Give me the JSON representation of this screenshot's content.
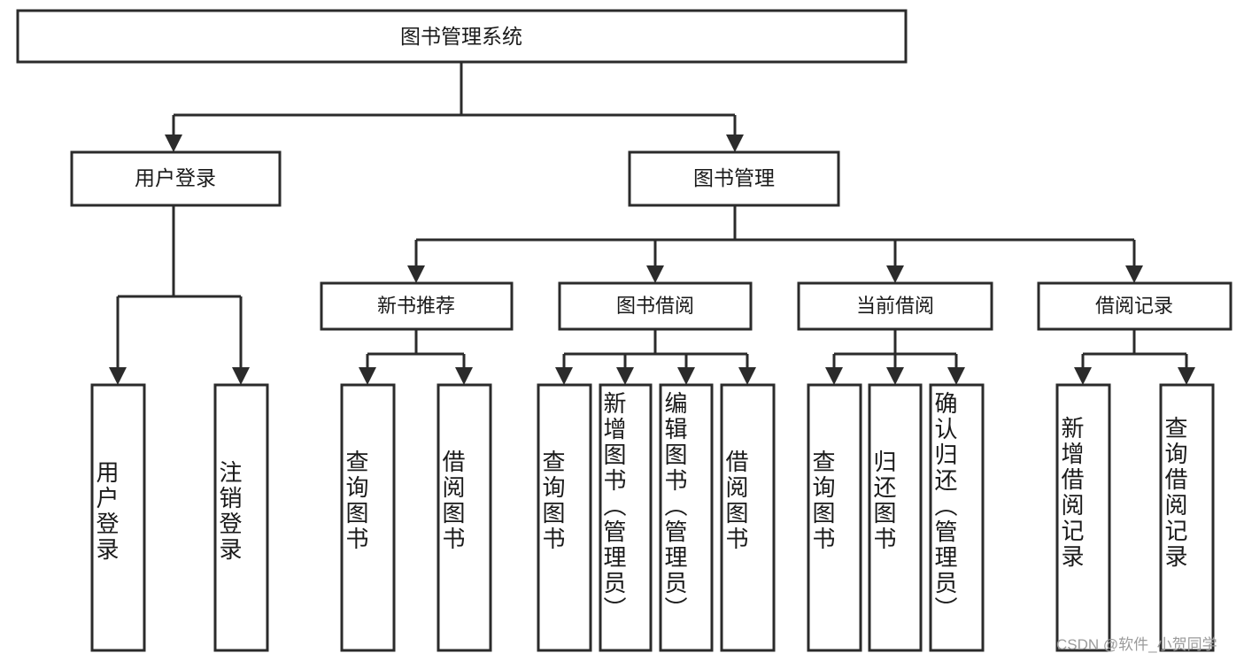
{
  "diagram": {
    "type": "tree",
    "title_node": {
      "label": "图书管理系统"
    },
    "level1": [
      {
        "label": "用户登录"
      },
      {
        "label": "图书管理"
      }
    ],
    "level2": [
      {
        "label": "新书推荐",
        "parent": "图书管理"
      },
      {
        "label": "图书借阅",
        "parent": "图书管理"
      },
      {
        "label": "当前借阅",
        "parent": "图书管理"
      },
      {
        "label": "借阅记录",
        "parent": "图书管理"
      }
    ],
    "leaves": [
      {
        "label": "用户登录",
        "parent": "用户登录"
      },
      {
        "label": "注销登录",
        "parent": "用户登录"
      },
      {
        "label": "查询图书",
        "parent": "新书推荐"
      },
      {
        "label": "借阅图书",
        "parent": "新书推荐"
      },
      {
        "label": "查询图书",
        "parent": "图书借阅"
      },
      {
        "label": "新增图书（管理员）",
        "parent": "图书借阅"
      },
      {
        "label": "编辑图书（管理员）",
        "parent": "图书借阅"
      },
      {
        "label": "借阅图书",
        "parent": "图书借阅"
      },
      {
        "label": "查询图书",
        "parent": "当前借阅"
      },
      {
        "label": "归还图书",
        "parent": "当前借阅"
      },
      {
        "label": "确认归还（管理员）",
        "parent": "当前借阅"
      },
      {
        "label": "新增借阅记录",
        "parent": "借阅记录"
      },
      {
        "label": "查询借阅记录",
        "parent": "借阅记录"
      }
    ]
  },
  "watermark": {
    "text": "CSDN @软件_小贺同学"
  },
  "colors": {
    "stroke": "#2b2b2b",
    "fill": "#ffffff",
    "text": "#1a1a1a",
    "watermark": "#9b9b9b"
  }
}
